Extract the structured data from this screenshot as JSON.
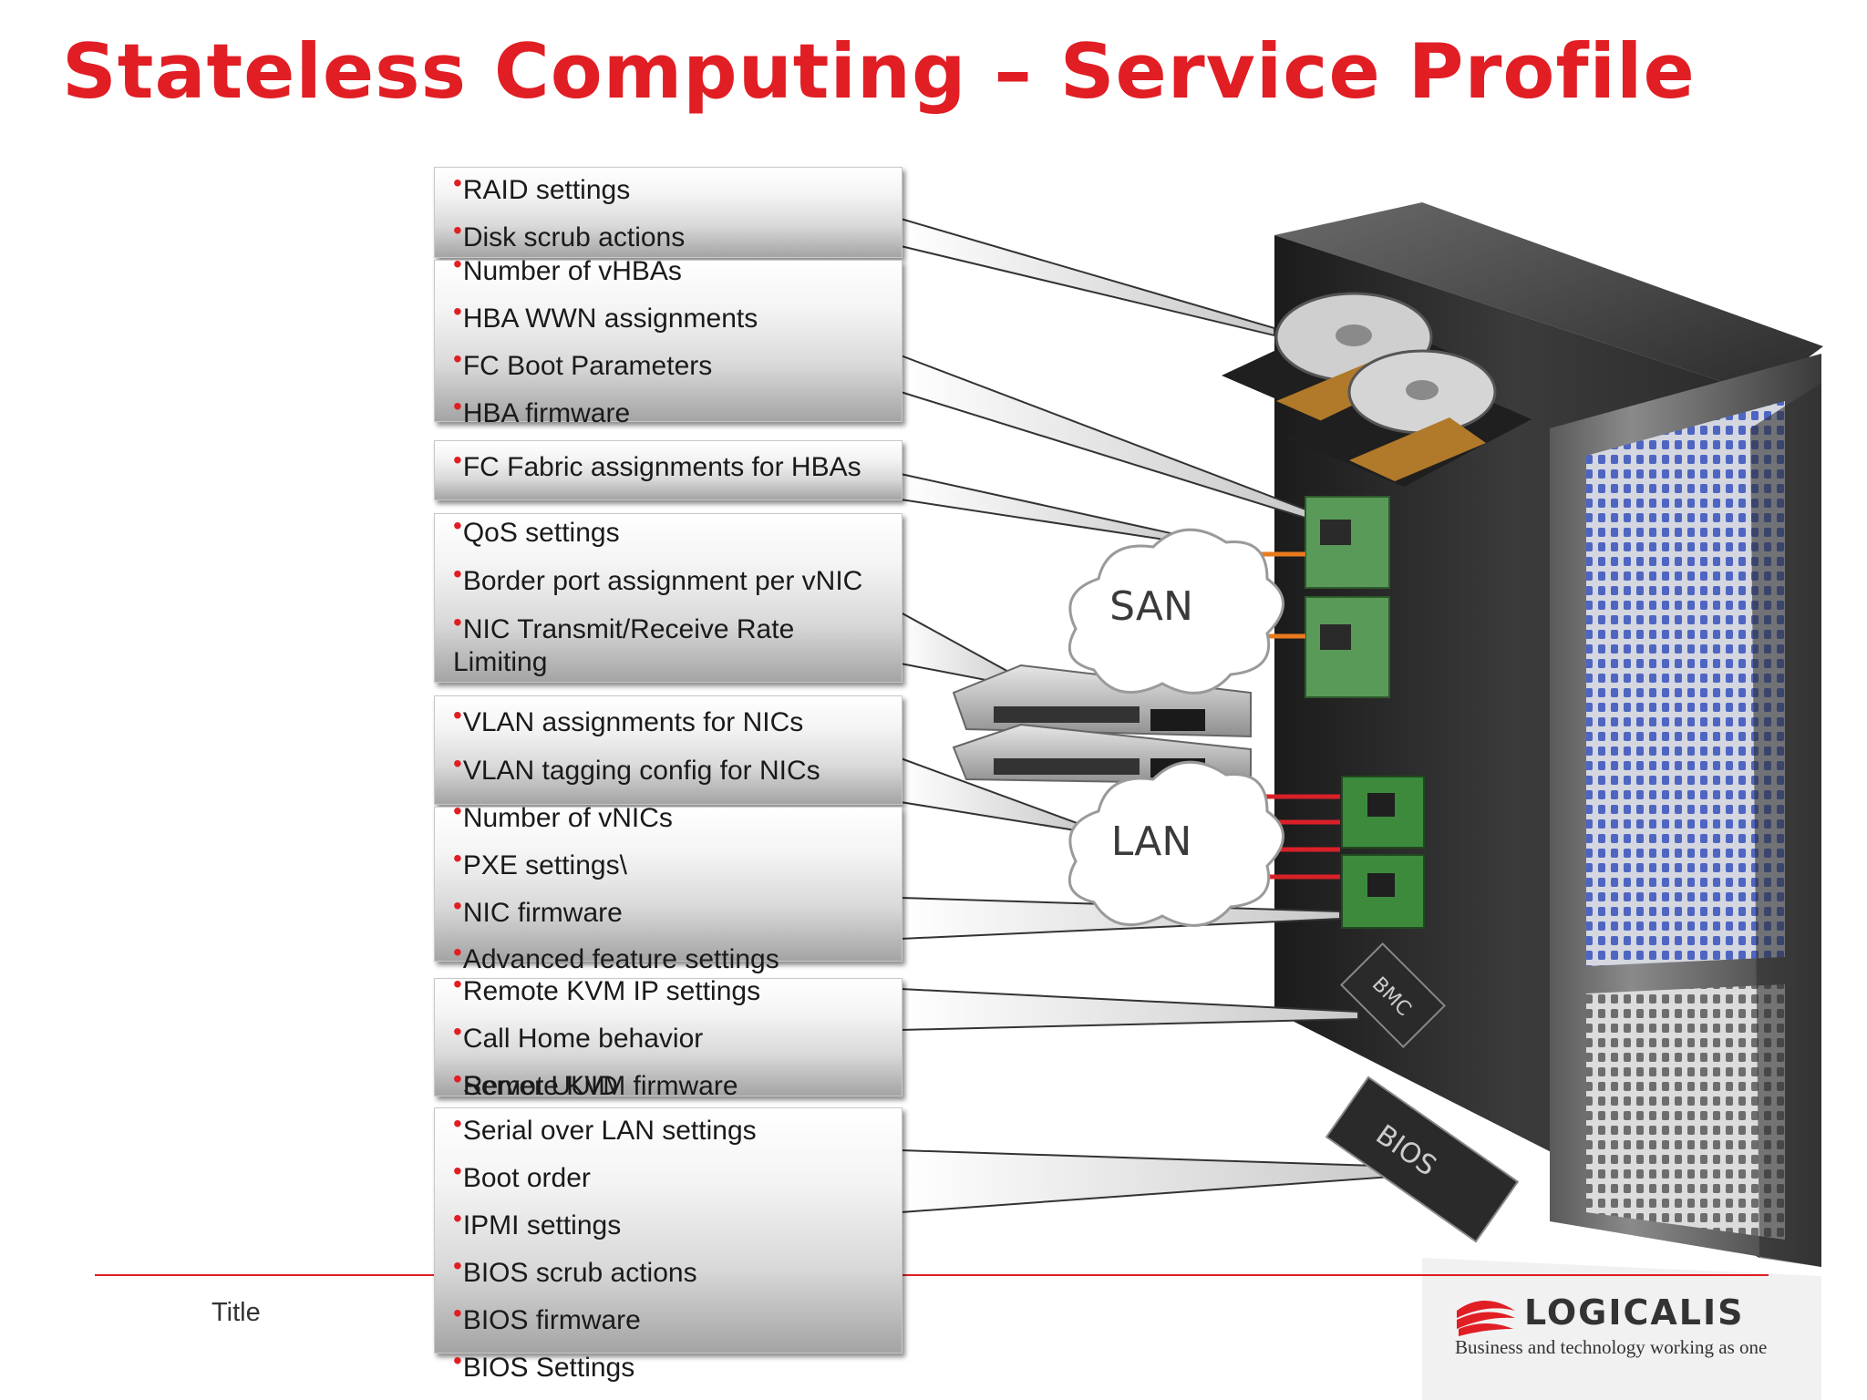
{
  "slide": {
    "title": "Stateless Computing – Service Profile",
    "footer_title": "Title"
  },
  "logo": {
    "name": "LOGICALIS",
    "tagline": "Business and technology working as one"
  },
  "clouds": {
    "san": "SAN",
    "lan": "LAN"
  },
  "chips": {
    "bmc": "BMC",
    "bios": "BIOS"
  },
  "groups": [
    {
      "items": [
        "RAID settings",
        "Disk scrub actions"
      ]
    },
    {
      "items": [
        "Number of vHBAs",
        "HBA WWN assignments",
        "FC Boot Parameters",
        "HBA firmware"
      ]
    },
    {
      "items": [
        "FC Fabric assignments for HBAs"
      ]
    },
    {
      "items": [
        "QoS settings",
        "Border port assignment per vNIC",
        "NIC Transmit/Receive Rate",
        "Limiting"
      ]
    },
    {
      "items": [
        "VLAN assignments for NICs",
        "VLAN tagging config for NICs"
      ]
    },
    {
      "items": [
        "Number of vNICs",
        "PXE settings\\",
        "NIC firmware",
        "Advanced feature settings"
      ]
    },
    {
      "items": [
        "Remote KVM IP settings",
        "Call Home behavior",
        "Remote KVM firmware",
        "Server UUID"
      ]
    },
    {
      "items": [
        "Serial over LAN settings",
        "Boot order",
        "IPMI settings",
        "BIOS scrub actions",
        "BIOS firmware",
        "BIOS Settings"
      ]
    }
  ]
}
